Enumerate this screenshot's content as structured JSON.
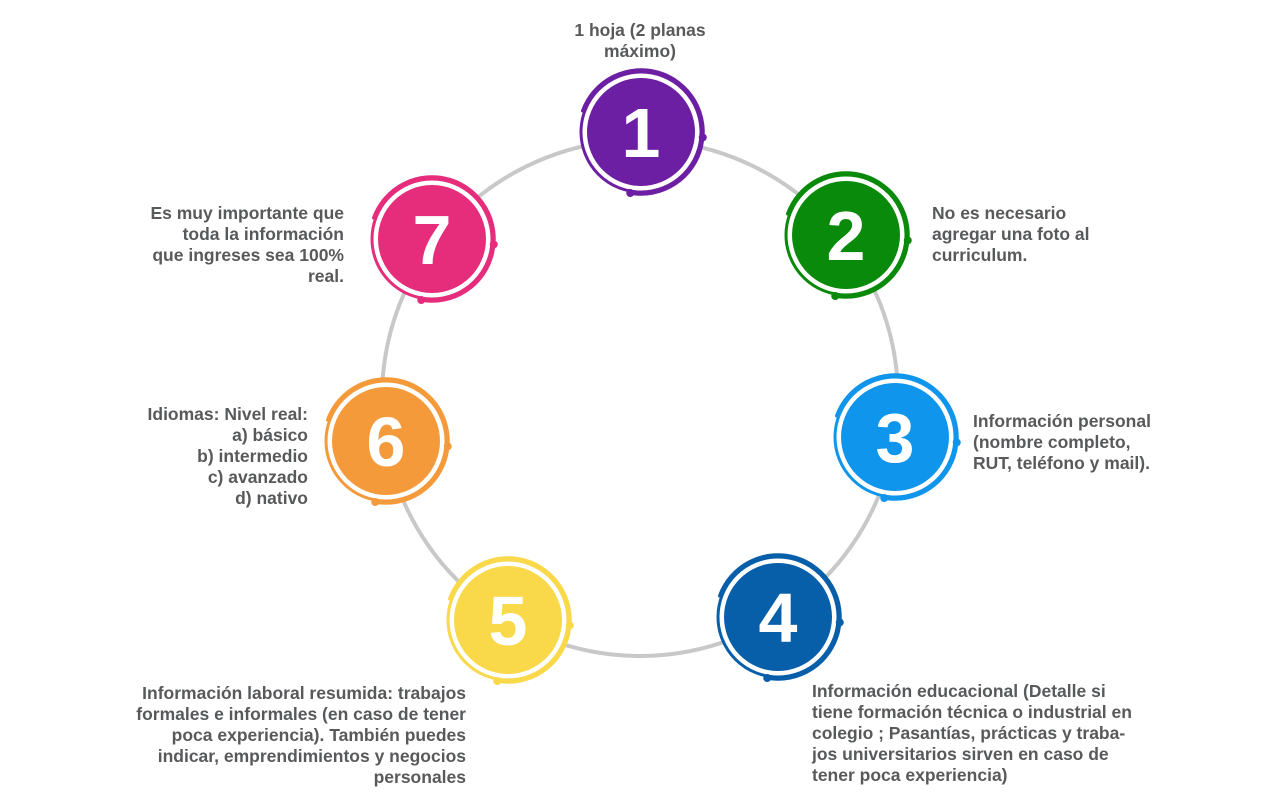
{
  "steps": [
    {
      "number": "1",
      "color": "#6d1fa3",
      "text": "1 hoja (2 planas\nmáximo)"
    },
    {
      "number": "2",
      "color": "#0a8a0a",
      "text": "No es necesario\nagregar una foto al\ncurriculum."
    },
    {
      "number": "3",
      "color": "#0f96ec",
      "text": "Información personal\n(nombre completo,\nRUT, teléfono y mail)."
    },
    {
      "number": "4",
      "color": "#075ea9",
      "text": "Información educacional (Detalle si\ntiene formación técnica o industrial en\ncolegio ; Pasantías, prácticas y traba-\njos universitarios sirven en caso de\ntener poca experiencia)"
    },
    {
      "number": "5",
      "color": "#f9d84a",
      "text": "Información laboral resumida: trabajos\nformales e informales (en caso de tener\npoca experiencia). También puedes\nindicar, emprendimientos y negocios\npersonales"
    },
    {
      "number": "6",
      "color": "#f59a3a",
      "text": "Idiomas: Nivel real:\na) básico\nb) intermedio\nc) avanzado\nd) nativo"
    },
    {
      "number": "7",
      "color": "#e52d7c",
      "text": "Es muy importante que\ntoda la información\nque ingreses sea 100%\nreal."
    }
  ],
  "ring_color": "#c8c8c8",
  "text_color": "#58595b"
}
